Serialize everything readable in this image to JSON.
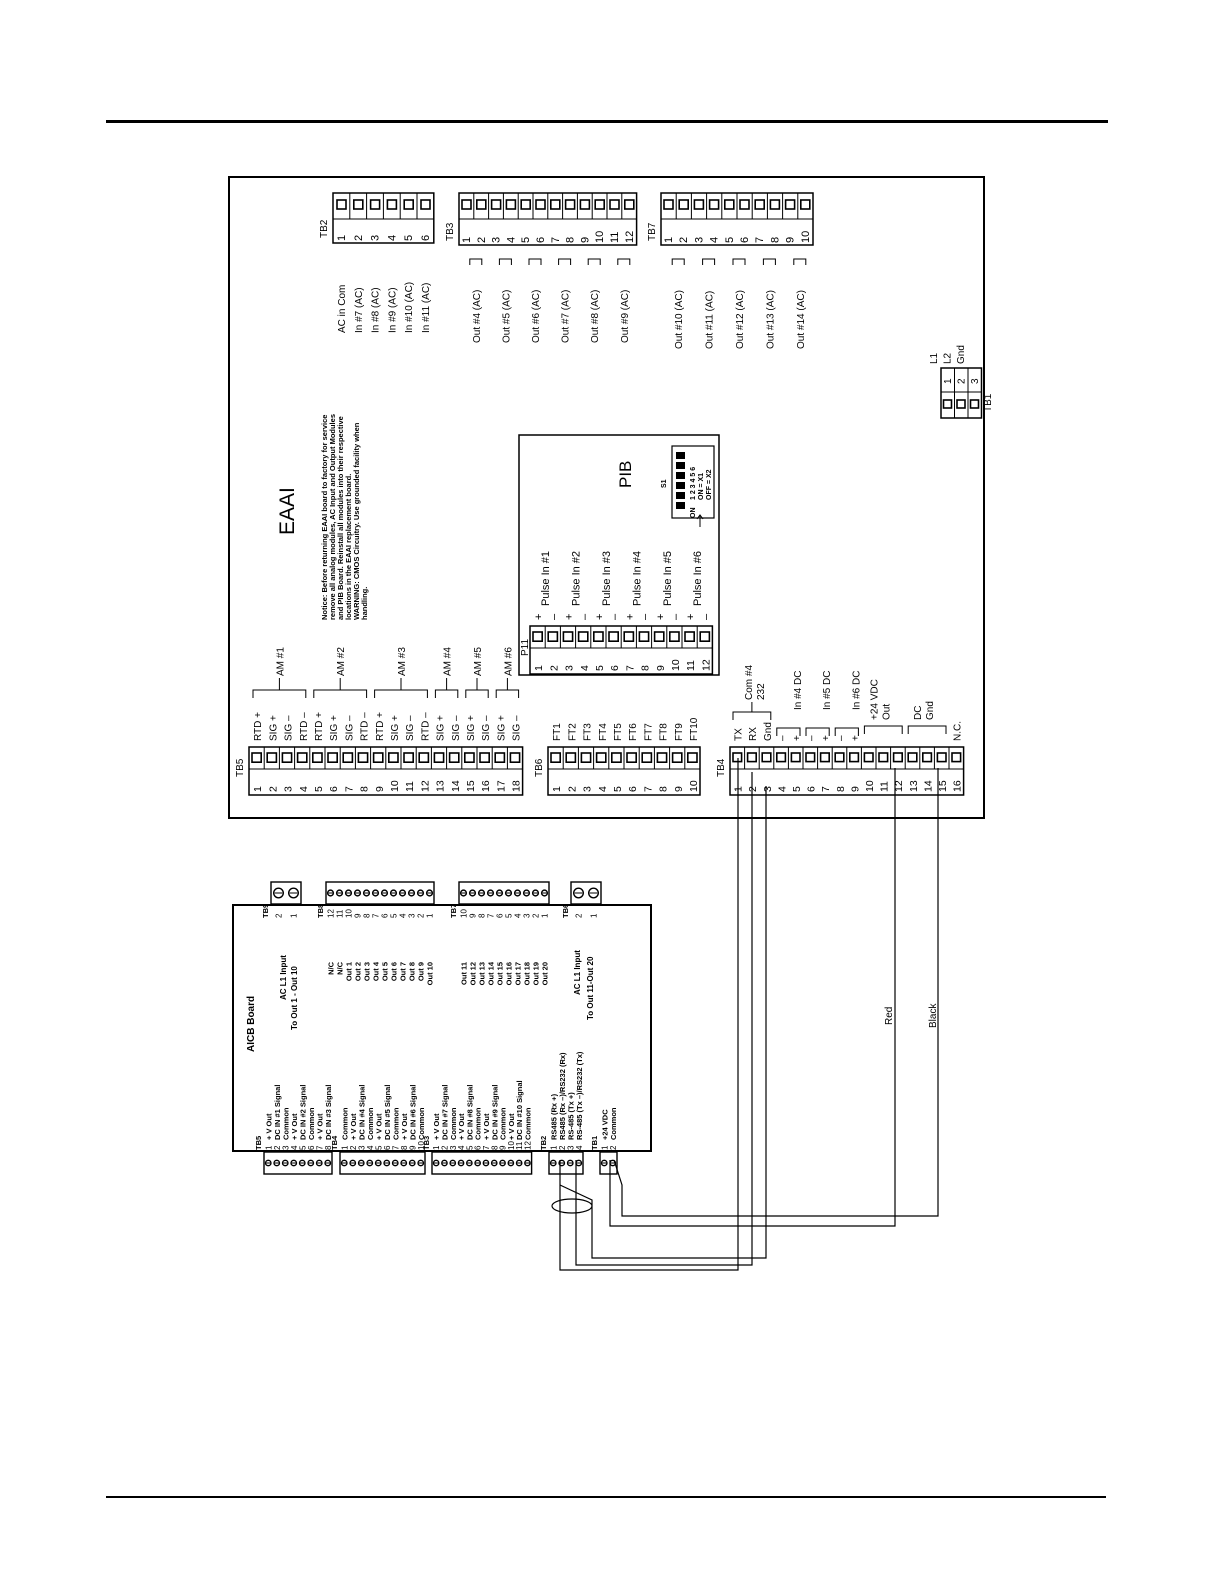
{
  "eaai": {
    "title": "EAAI",
    "notice": [
      "Notice: Before returning EAAI board to factory for service",
      "remove all analog modules, AC Input and Output Modules",
      "and PIB Board. Reinstall all modules into their respective",
      "locations in the EAAI replacement board.",
      "WARNING: CMOS Circuitry. Use grounded facility when",
      "handling."
    ],
    "tb2": {
      "label": "TB2",
      "pins": [
        "1",
        "2",
        "3",
        "4",
        "5",
        "6"
      ],
      "signals": [
        "AC in Com",
        "In #7 (AC)",
        "In #8 (AC)",
        "In #9 (AC)",
        "In #10 (AC)",
        "In #11 (AC)"
      ]
    },
    "tb3": {
      "label": "TB3",
      "pins": [
        "1",
        "2",
        "3",
        "4",
        "5",
        "6",
        "7",
        "8",
        "9",
        "10",
        "11",
        "12"
      ],
      "signals": [
        "Out #4 (AC)",
        "Out #5 (AC)",
        "Out #6 (AC)",
        "Out #7 (AC)",
        "Out #8 (AC)",
        "Out #9 (AC)"
      ]
    },
    "tb7": {
      "label": "TB7",
      "pins": [
        "1",
        "2",
        "3",
        "4",
        "5",
        "6",
        "7",
        "8",
        "9",
        "10"
      ],
      "signals": [
        "Out #10 (AC)",
        "Out #11 (AC)",
        "Out #12 (AC)",
        "Out #13 (AC)",
        "Out #14 (AC)"
      ]
    },
    "tb1": {
      "label": "TB1",
      "pins": [
        "1",
        "2",
        "3"
      ],
      "signals": [
        "L1",
        "L2",
        "Gnd"
      ]
    },
    "pib": {
      "label": "PIB",
      "s1": "S1",
      "on": "ON",
      "switch_nums": "1 2 3 4 5 6",
      "on_x1": "ON = X1",
      "off_x2": "OFF = X2",
      "p11_label": "P11",
      "pins": [
        "1",
        "2",
        "3",
        "4",
        "5",
        "6",
        "7",
        "8",
        "9",
        "10",
        "11",
        "12"
      ],
      "polarity": [
        "+",
        "–",
        "+",
        "–",
        "+",
        "–",
        "+",
        "–",
        "+",
        "–",
        "+",
        "–"
      ],
      "signals": [
        "Pulse In #1",
        "Pulse In #2",
        "Pulse In #3",
        "Pulse In #4",
        "Pulse In #5",
        "Pulse In #6"
      ]
    },
    "tb5": {
      "label": "TB5",
      "pins": [
        "1",
        "2",
        "3",
        "4",
        "5",
        "6",
        "7",
        "8",
        "9",
        "10",
        "11",
        "12",
        "13",
        "14",
        "15",
        "16",
        "17",
        "18"
      ],
      "signals": [
        "RTD +",
        "SIG +",
        "SIG –",
        "RTD –",
        "RTD +",
        "SIG +",
        "SIG –",
        "RTD –",
        "RTD +",
        "SIG +",
        "SIG –",
        "RTD –",
        "SIG +",
        "SIG –",
        "SIG +",
        "SIG –",
        "SIG +",
        "SIG –"
      ],
      "groups": [
        "AM #1",
        "AM #2",
        "AM #3",
        "AM #4",
        "AM #5",
        "AM #6"
      ]
    },
    "tb6": {
      "label": "TB6",
      "pins": [
        "1",
        "2",
        "3",
        "4",
        "5",
        "6",
        "7",
        "8",
        "9",
        "10"
      ],
      "signals": [
        "FT1",
        "FT2",
        "FT3",
        "FT4",
        "FT5",
        "FT6",
        "FT7",
        "FT8",
        "FT9",
        "FT10"
      ]
    },
    "tb4": {
      "label": "TB4",
      "pins": [
        "1",
        "2",
        "3",
        "4",
        "5",
        "6",
        "7",
        "8",
        "9",
        "10",
        "11",
        "12",
        "13",
        "14",
        "15",
        "16"
      ],
      "signals": [
        "TX",
        "RX",
        "Gnd",
        "–",
        "+",
        "–",
        "+",
        "–",
        "+",
        "",
        "",
        "",
        "",
        "",
        "",
        "N.C."
      ],
      "com_label": "Com #4",
      "com_sub": "232",
      "in4": "In #4 DC",
      "in5": "In #5 DC",
      "in6": "In #6 DC",
      "v24": "+24 VDC",
      "v24_sub": "Out",
      "dcgnd": "DC",
      "dcgnd_sub": "Gnd"
    }
  },
  "aicb": {
    "title": "AICB Board",
    "tb9": {
      "label": "TB9",
      "pins": [
        "2",
        "1"
      ],
      "caption1": "AC L1 Input",
      "caption2": "To Out 1 - Out 10"
    },
    "tb8": {
      "label": "TB8",
      "pins": [
        "12",
        "11",
        "10",
        "9",
        "8",
        "7",
        "6",
        "5",
        "4",
        "3",
        "2",
        "1"
      ],
      "signals": [
        "N/C",
        "N/C",
        "Out 1",
        "Out 2",
        "Out 3",
        "Out 4",
        "Out 5",
        "Out 6",
        "Out 7",
        "Out 8",
        "Out 9",
        "Out 10"
      ]
    },
    "tb7": {
      "label": "TB7",
      "pins": [
        "10",
        "9",
        "8",
        "7",
        "6",
        "5",
        "4",
        "3",
        "2",
        "1"
      ],
      "signals": [
        "Out 11",
        "Out 12",
        "Out 13",
        "Out 14",
        "Out 15",
        "Out 16",
        "Out 17",
        "Out 18",
        "Out 19",
        "Out 20"
      ]
    },
    "tb6": {
      "label": "TB6",
      "pins": [
        "2",
        "1"
      ],
      "caption1": "AC L1 Input",
      "caption2": "To Out 11-Out 20"
    },
    "tb5": {
      "label": "TB5",
      "pins": [
        "1",
        "2",
        "3",
        "4",
        "5",
        "6",
        "7",
        "8"
      ],
      "signals": [
        "+ V Out",
        "DC IN #1 Signal",
        "Common",
        "+ V Out",
        "DC IN #2 Signal",
        "Common",
        "+ V Out",
        "DC IN #3 Signal"
      ]
    },
    "tb4": {
      "label": "TB4",
      "pins": [
        "1",
        "2",
        "3",
        "4",
        "5",
        "6",
        "7",
        "8",
        "9",
        "10"
      ],
      "signals": [
        "Common",
        "+ V Out",
        "DC IN #4 Signal",
        "Common",
        "+ V Out",
        "DC IN #5 Signal",
        "Common",
        "+ V Out",
        "DC IN #6 Signal",
        "Common"
      ]
    },
    "tb3": {
      "label": "TB3",
      "pins": [
        "1",
        "2",
        "3",
        "4",
        "5",
        "6",
        "7",
        "8",
        "9",
        "10",
        "11",
        "12"
      ],
      "signals": [
        "+ V Out",
        "DC IN #7 Signal",
        "Common",
        "+ V Out",
        "DC IN #8 Signal",
        "Common",
        "+ V Out",
        "DC IN #9 Signal",
        "Common",
        "+ V Out",
        "DC IN #10 Signal",
        "Common"
      ]
    },
    "tb2": {
      "label": "TB2",
      "pins": [
        "1",
        "2",
        "3",
        "4"
      ],
      "signals": [
        "RS485 (Rx +)",
        "RS485 (Rx –)/RS232 (Rx)",
        "RS-485 (Tx +)",
        "RS-485 (Tx –)/RS232 (Tx)"
      ]
    },
    "tb1": {
      "label": "TB1",
      "pins": [
        "1",
        "2"
      ],
      "signals": [
        "+24 VDC",
        "Common"
      ]
    }
  },
  "wires": {
    "red": "Red",
    "black": "Black"
  }
}
